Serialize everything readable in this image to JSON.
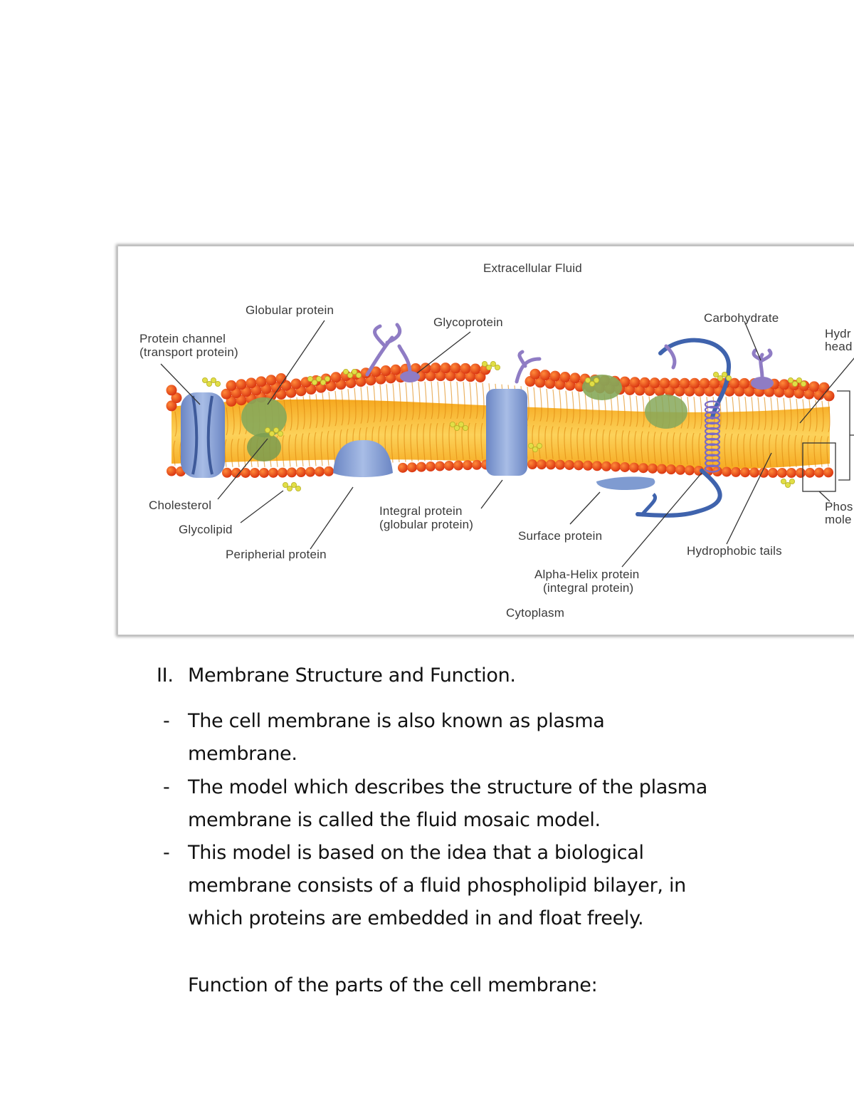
{
  "diagram": {
    "labels": {
      "extracellular": "Extracellular Fluid",
      "globular": "Globular protein",
      "glycoprotein": "Glycoprotein",
      "carbohydrate": "Carbohydrate",
      "channel_1": "Protein channel",
      "channel_2": "(transport protein)",
      "hydro_head_1": "Hydr",
      "hydro_head_2": "head",
      "cholesterol": "Cholesterol",
      "glycolipid": "Glycolipid",
      "peripheral": "Peripherial protein",
      "integral_1": "Integral protein",
      "integral_2": "(globular protein)",
      "surface": "Surface protein",
      "hydrophobic": "Hydrophobic tails",
      "alpha_1": "Alpha-Helix protein",
      "alpha_2": "(integral protein)",
      "cytoplasm": "Cytoplasm",
      "phospho_1": "Phos",
      "phospho_2": "mole"
    },
    "colors": {
      "head": "#e8431c",
      "tail": "#f7b62b",
      "protein": "#7f9bd1",
      "globular": "#86a85a",
      "carbohydrate": "#8f7cc4",
      "helix": "#3f63ad"
    }
  },
  "text": {
    "heading_num": "II.",
    "heading": "Membrane Structure and Function.",
    "bullet_marker": "-",
    "b1_l1": "The cell membrane is also known as plasma",
    "b1_l2": "membrane.",
    "b2_l1": "The model which describes the structure of the plasma",
    "b2_l2": "membrane is called the fluid mosaic model.",
    "b3_l1": "This model is based on the idea that a biological",
    "b3_l2": "membrane consists of a fluid phospholipid bilayer, in",
    "b3_l3": "which proteins are embedded in and float freely.",
    "function_heading": "Function of the parts of the cell membrane:"
  }
}
